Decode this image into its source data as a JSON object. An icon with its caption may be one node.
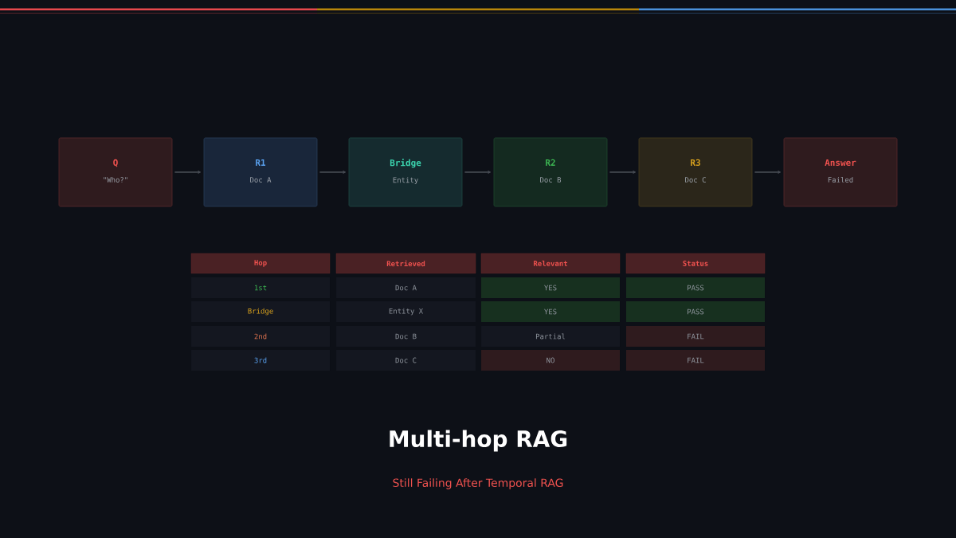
{
  "diagram": {
    "title": "Multi-hop RAG",
    "caption": "Still Failing After Temporal RAG",
    "nodes": [
      {
        "text": [
          "Q",
          "\"Who?\""
        ]
      },
      {
        "text": [
          "R1",
          "Doc A"
        ]
      },
      {
        "text": [
          "Bridge",
          "Entity"
        ]
      },
      {
        "text": [
          "R2",
          "Doc B"
        ]
      },
      {
        "text": [
          "R3",
          "Doc C"
        ]
      },
      {
        "text": [
          "Answer",
          "Failed"
        ]
      }
    ],
    "edges": [
      {
        "from": 0,
        "to": 1,
        "arrow": "to"
      },
      {
        "from": 1,
        "to": 2,
        "arrow": "to"
      },
      {
        "from": 2,
        "to": 3,
        "arrow": "to"
      },
      {
        "from": 3,
        "to": 4,
        "arrow": "to"
      },
      {
        "from": 4,
        "to": 5,
        "arrow": "to"
      }
    ],
    "labels": [
      "Hop",
      "Retrieved",
      "Relevant",
      "Status",
      "1st",
      "Doc A",
      "YES",
      "PASS",
      "Bridge",
      "Entity X",
      "YES",
      "PASS",
      "2nd",
      "Doc B",
      "Partial",
      "FAIL",
      "3rd",
      "Doc C",
      "NO",
      "FAIL"
    ]
  }
}
